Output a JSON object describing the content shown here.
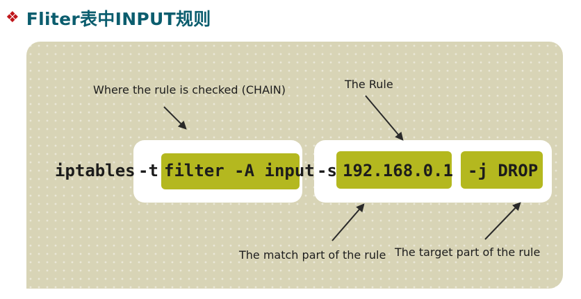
{
  "slide": {
    "bullet": "❖",
    "title": "Fliter表中INPUT规则"
  },
  "diagram": {
    "command": {
      "program": "iptables",
      "table_flag": "-t",
      "table_chain": "filter -A input",
      "source_flag": "-s",
      "source_ip": "192.168.0.1",
      "target": "-j DROP"
    },
    "annotations": {
      "chain": "Where the rule is checked (CHAIN)",
      "rule": "The Rule",
      "match": "The match part of the rule",
      "target": "The target part of the rule"
    },
    "colors": {
      "panel": "#d8d4b6",
      "highlight": "#b4b81f",
      "title": "#0b5d6e",
      "bullet": "#c0161b"
    }
  }
}
